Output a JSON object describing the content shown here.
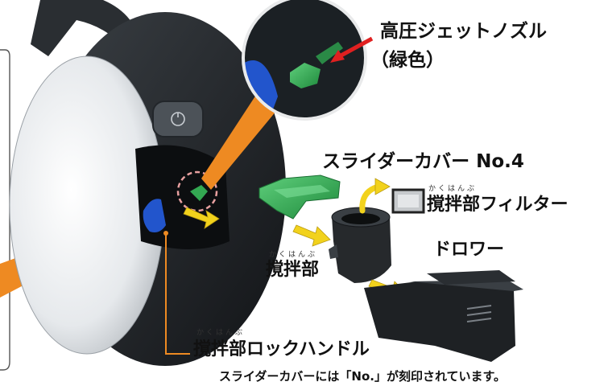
{
  "labels": {
    "nozzle_line1": "高圧ジェットノズル",
    "nozzle_line2": "（緑色）",
    "slider_cover": "スライダーカバー No.4",
    "filter_ruby": "かくはんぶ",
    "filter": "撹拌部フィルター",
    "drawer": "ドロワー",
    "stirrer_ruby": "かくはんぶ",
    "stirrer": "撹拌部",
    "handle_ruby": "かくはんぶ",
    "handle": "撹拌部ロックハンドル",
    "footnote": "スライダーカバーには「No.」が刻印されています。"
  },
  "colors": {
    "accent_orange": "#ee8a22",
    "nozzle_green": "#33a852",
    "handle_blue": "#2255cc",
    "arrow_yellow": "#f2d21c",
    "pointer_red": "#e02020",
    "machine_dark": "#1f2326",
    "body_white": "#dfe2e5"
  }
}
